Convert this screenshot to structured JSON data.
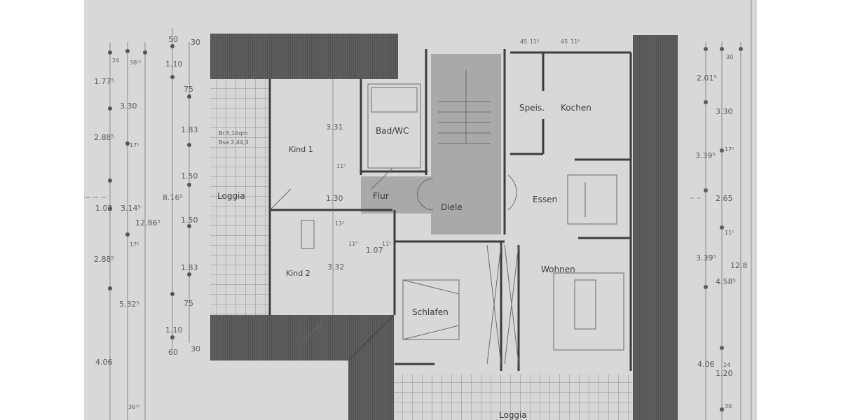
{
  "colors": {
    "paper": "#d8d8d8",
    "roof": "#5a5a5a",
    "shaded_area": "#a9a9a9",
    "line": "#3c3c3c"
  },
  "rooms": {
    "kind1": "Kind 1",
    "kind2": "Kind 2",
    "bad_wc": "Bad/WC",
    "flur": "Flur",
    "diele": "Diele",
    "speis": "Speis.",
    "kochen": "Kochen",
    "essen": "Essen",
    "wohnen": "Wohnen",
    "schlafen": "Schlafen",
    "loggia_left": "Loggia",
    "loggia_bottom": "Loggia"
  },
  "loggia_note": [
    "Br.5,16qm",
    "Bsa 2,44,3"
  ],
  "inner_dims": {
    "kind1_width": "3.31",
    "door_1": "1.30",
    "kind2_width": "3.32",
    "door_2": "1.07",
    "wall_a": "11⁵",
    "wall_b": "11⁵",
    "wall_c": "11⁵",
    "wall_d": "11⁵",
    "top_a": "45",
    "top_b": "11⁵",
    "top_c": "45",
    "top_d": "11⁵"
  },
  "left_dims": {
    "outer": [
      "1.77⁵",
      "2.88⁵",
      "1.02",
      "2.88⁵",
      "4.06"
    ],
    "second": [
      "24",
      "36¹⁵",
      "3.30",
      "17⁵",
      "3.14⁵",
      "17⁵",
      "5.32⁵",
      "36¹⁵"
    ],
    "total": "12.86⁵",
    "fourth": [
      "50",
      "1.10",
      "8.16⁵",
      "1.10",
      "60"
    ],
    "fifth": [
      "30",
      "75",
      "1.83",
      "1.50",
      "1.50",
      "1.83",
      "75",
      "30"
    ]
  },
  "right_dims": {
    "outer": [
      "2.01⁵",
      "3.39⁵",
      "3.39⁵",
      "4.06"
    ],
    "second": [
      "30",
      "3.30",
      "17⁵",
      "2.65",
      "11⁵",
      "4.58⁵",
      "24",
      "1.20",
      "30"
    ],
    "total": "12.8"
  }
}
